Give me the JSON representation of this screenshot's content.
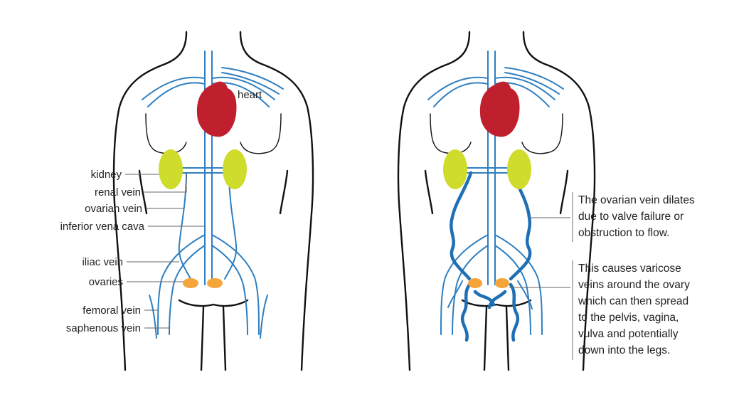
{
  "labels": {
    "heart": "heart",
    "kidney": "kidney",
    "renal_vein": "renal vein",
    "ovarian_vein": "ovarian vein",
    "inferior_vena_cava": "inferior vena cava",
    "iliac_vein": "iliac vein",
    "ovaries": "ovaries",
    "femoral_vein": "femoral vein",
    "saphenous_vein": "saphenous vein"
  },
  "notes": {
    "dilation": [
      "The ovarian vein dilates",
      "due to valve failure or",
      "obstruction to flow."
    ],
    "varicose": [
      "This causes varicose",
      "veins around the ovary",
      "which can then spread",
      "to the pelvis, vagina,",
      "vulva and potentially",
      "down into the legs."
    ]
  },
  "colors": {
    "vein": "#2f7fc1",
    "heart": "#c0202e",
    "kidney": "#cfdc2b",
    "ovary": "#f5a53a",
    "outline": "#111111"
  }
}
